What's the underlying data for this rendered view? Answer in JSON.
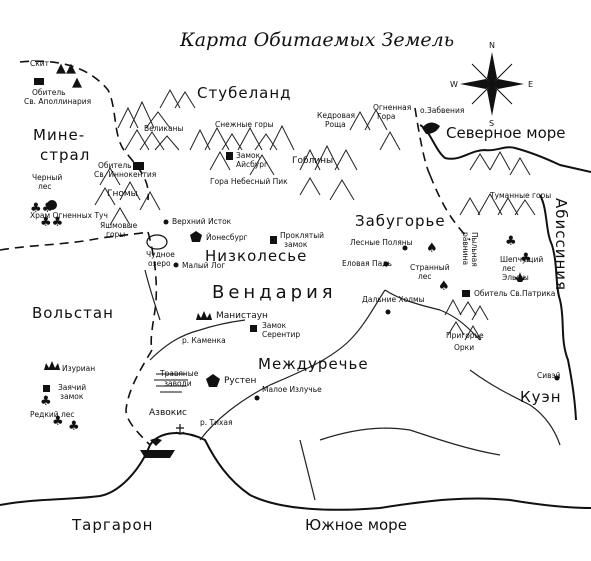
{
  "title": "Карта Обитаемых Земель",
  "compass": {
    "n": "N",
    "s": "S",
    "w": "W",
    "e": "E"
  },
  "regions": {
    "stubeland": "Стубеланд",
    "minestral_1": "Мине-",
    "minestral_2": "страл",
    "zabugorye": "Забугорье",
    "abyssinia": "Абиссиния",
    "nizkolesye": "Низколесье",
    "vendaria": "Вендария",
    "volstan": "Вольстан",
    "mezhdurechye": "Междуречье",
    "kuen": "Куэн",
    "targaron": "Таргарон"
  },
  "seas": {
    "north": "Северное море",
    "south": "Южное море"
  },
  "places": {
    "skit": "Скит",
    "obitel_apol_1": "Обитель",
    "obitel_apol_2": "Св. Аполлинария",
    "velikany": "Великаны",
    "snezhnye_gory": "Снежные горы",
    "kedrovaya_1": "Кедровая",
    "kedrovaya_2": "Роща",
    "ognennaya_1": "Огненная",
    "ognennaya_2": "Гора",
    "zabvenie": "о.Забвения",
    "cherny_les_1": "Черный",
    "cherny_les_2": "лес",
    "obitel_inn_1": "Обитель",
    "obitel_inn_2": "Св. Иннокентия",
    "zamok_aysburg_1": "Замок",
    "zamok_aysburg_2": "Айсбург",
    "gobliny": "Гоблины",
    "gnomy": "Гномы",
    "gora_pik": "Гора Небесный Пик",
    "hram": "Храм Огненных Туч",
    "tumannye_gory": "Туманные горы",
    "yashmovye_1": "Яшмовые",
    "yashmovye_2": "горы",
    "verhny_istok": "Верхний Исток",
    "yonesburg": "Йонесбург",
    "proklyaty_1": "Проклятый",
    "proklyaty_2": "замок",
    "lesnye_polyany": "Лесные Поляны",
    "elovaya_pad": "Еловая Падь",
    "strannyi_les_1": "Странный",
    "strannyi_les_2": "лес",
    "pylnaya_1": "Пыльная",
    "pylnaya_2": "равнина",
    "sheptushchy_1": "Шепчущий",
    "sheptushchy_2": "лес",
    "elfy": "Эльфы",
    "chudnoe_1": "Чудное",
    "chudnoe_2": "озеро",
    "maly_log": "Малый Лог",
    "dalnie_holmy": "Дальние Холмы",
    "obitel_patrik": "Обитель Св.Патрика",
    "manistaun": "Манистаун",
    "zamok_serentir_1": "Замок",
    "zamok_serentir_2": "Серентир",
    "r_kamenka": "р. Каменка",
    "prigorye_1": "Пригорье",
    "prigorye_2": "Орки",
    "izurian": "Изуриан",
    "travnye_1": "Травяные",
    "travnye_2": "заводи",
    "rusten": "Рустен",
    "maloe_izluchye": "Малое Излучье",
    "sivey": "Сивэй",
    "zayachy_1": "Заячий",
    "zayachy_2": "замок",
    "redky_les": "Редкий лес",
    "azvokis": "Азвокис",
    "r_tihaya": "р. Тихая"
  }
}
